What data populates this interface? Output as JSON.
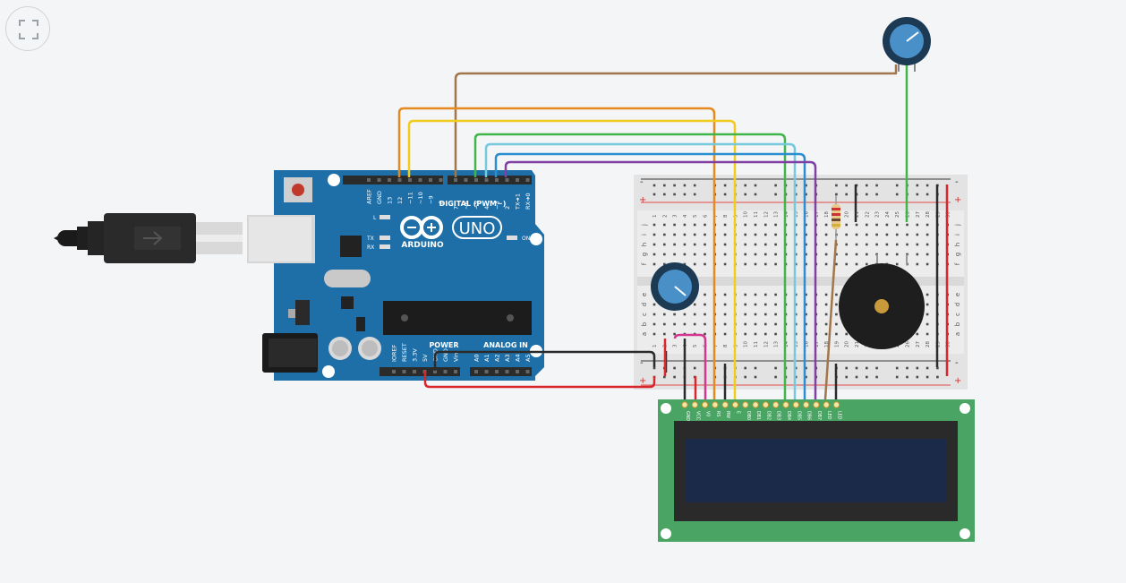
{
  "toolbar": {
    "fullscreen_icon": "fullscreen-icon"
  },
  "arduino": {
    "brand": "ARDUINO",
    "model": "UNO",
    "digital_header_label": "DIGITAL (PWM~)",
    "power_label": "POWER",
    "analog_label": "ANALOG IN",
    "on_label": "ON",
    "led_labels": [
      "L",
      "TX",
      "RX"
    ],
    "digital_pins": [
      "AREF",
      "GND",
      "13",
      "12",
      "~11",
      "~10",
      "~9",
      "8",
      "7",
      "~6",
      "~5",
      "4",
      "~3",
      "2",
      "TX➜1",
      "RX➜0"
    ],
    "power_pins": [
      "IOREF",
      "RESET",
      "3.3V",
      "5V",
      "GND",
      "GND",
      "Vin"
    ],
    "analog_pins": [
      "A0",
      "A1",
      "A2",
      "A3",
      "A4",
      "A5"
    ],
    "colors": {
      "board": "#1e6fa8",
      "header": "#2b2b2b"
    }
  },
  "breadboard": {
    "row_letters_top": [
      "j",
      "i",
      "h",
      "g",
      "f"
    ],
    "row_letters_bottom": [
      "e",
      "d",
      "c",
      "b",
      "a"
    ],
    "rail_plus": "+",
    "rail_minus": "-",
    "column_numbers": [
      "1",
      "2",
      "3",
      "4",
      "5",
      "6",
      "7",
      "8",
      "9",
      "10",
      "11",
      "12",
      "13",
      "14",
      "15",
      "16",
      "17",
      "18",
      "19",
      "20",
      "21",
      "22",
      "23",
      "24",
      "25",
      "26",
      "27",
      "28",
      "29",
      "30"
    ]
  },
  "lcd": {
    "pin_labels": [
      "GND",
      "VCC",
      "V0",
      "RS",
      "RW",
      "E",
      "DB0",
      "DB1",
      "DB2",
      "DB3",
      "DB4",
      "DB5",
      "DB6",
      "DB7",
      "LED",
      "LED"
    ],
    "colors": {
      "pcb": "#4aa564",
      "bezel": "#2a2a2a",
      "screen": "#1c2a4a"
    }
  },
  "components": {
    "potentiometer_top": "potentiometer",
    "potentiometer_board": "potentiometer",
    "buzzer": "piezo",
    "resistor": "resistor",
    "usb_cable": "usb-cable"
  },
  "wire_colors": {
    "brown": "#a0764a",
    "orange": "#e58a1f",
    "yellow": "#f2cc1c",
    "green": "#3fb54a",
    "light_blue": "#74c9dc",
    "blue": "#2a8ed0",
    "purple": "#7f3fa3",
    "red": "#d8272b",
    "black": "#2b2b2b",
    "pink": "#d4358f"
  }
}
